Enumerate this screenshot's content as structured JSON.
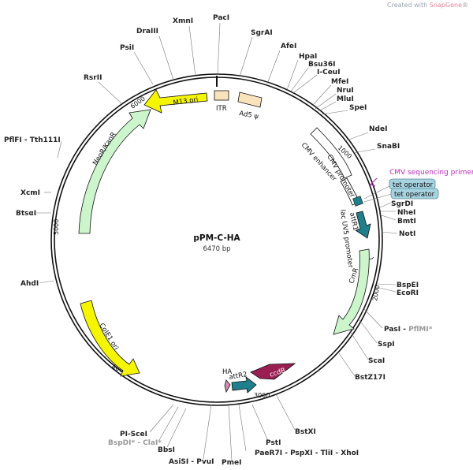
{
  "plasmid": {
    "name": "pPM-C-HA",
    "length": "6470 bp"
  },
  "watermark": {
    "prefix": "Created with",
    "brand": "SnapGene",
    "mark": "®"
  },
  "ticks": [
    "1000",
    "2000",
    "3000",
    "4000",
    "5000",
    "6000"
  ],
  "sites": {
    "xmni": "XmnI",
    "paci": "PacI",
    "sgrai": "SgrAI",
    "drai": "DraIII",
    "psii": "PsiI",
    "afei": "AfeI",
    "hpai": "HpaI",
    "bsu36i": "Bsu36I",
    "iceui": "I-CeuI",
    "rsrii": "RsrII",
    "mfei": "MfeI",
    "nrui": "NruI",
    "mlui": "MluI",
    "spei": "SpeI",
    "ndei": "NdeI",
    "snabi": "SnaBI",
    "pflfi": "PflFI - Tth111I",
    "xcmi": "XcmI",
    "sgrdi": "SgrDI",
    "nhei": "NheI",
    "bmti": "BmtI",
    "btsai": "BtsαI",
    "noti": "NotI",
    "ahdi": "AhdI",
    "bspei": "BspEI",
    "ecori": "EcoRI",
    "pasi": "PasI",
    "pasi_sep": " - ",
    "pflmi": "PflMI*",
    "sspi": "SspI",
    "scai": "ScaI",
    "bstz17i": "BstZ17I",
    "bstxi": "BstXI",
    "scei": "PI-SceI",
    "bspdi": "BspDI* - ClaI*",
    "bbsi": "BbsI",
    "psti": "PstI",
    "paer7i": "PaeR7I - PspXI - TliI - XhoI",
    "asisi": "AsiSI - PvuI",
    "pmei": "PmeI"
  },
  "features": {
    "m13": "M13 ori",
    "itr": "ITR",
    "ad5": "Ad5 ψ",
    "neo": "NeoR/KanR",
    "cmv_enh": "CMV enhancer",
    "cmv_prom": "CMV promoter",
    "cmv_seq": "CMV sequencing primer",
    "tet1": "tet operator",
    "tet2": "tet operator",
    "attr1": "attR1",
    "lacuv5": "lac UV5 promoter",
    "cmr": "CmR",
    "colei": "ColE1 ori",
    "ccdb": "ccdB",
    "attr2": "attR2",
    "ha": "HA"
  },
  "colors": {
    "yellow": "#f5f500",
    "light_green": "#ccf5cc",
    "peach": "#f9e3bd",
    "teal": "#1f7f8c",
    "tet_fill": "#a7d3e0",
    "maroon": "#991f53",
    "pink": "#d38eb0",
    "primer": "#c12ac1"
  }
}
